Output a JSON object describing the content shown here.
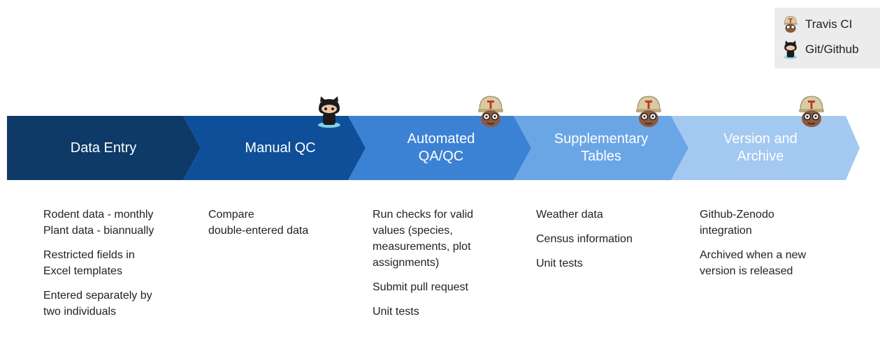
{
  "legend": {
    "items": [
      {
        "label": "Travis CI",
        "icon": "travis-ci-icon"
      },
      {
        "label": "Git/Github",
        "icon": "octocat-icon"
      }
    ]
  },
  "stages": [
    {
      "title": "Data Entry",
      "color": "#0d3a66",
      "bullets": [
        "Rodent data - monthly\nPlant data - biannually",
        "Restricted fields in\nExcel templates",
        "Entered separately by\ntwo individuals"
      ]
    },
    {
      "title": "Manual QC",
      "color": "#0f4f99",
      "bullets": [
        "Compare\ndouble-entered data"
      ]
    },
    {
      "title": "Automated\nQA/QC",
      "color": "#3c82d4",
      "bullets": [
        "Run checks for valid\nvalues (species,\nmeasurements, plot\nassignments)",
        "Submit pull request",
        "Unit tests"
      ]
    },
    {
      "title": "Supplementary\nTables",
      "color": "#6aa6e6",
      "bullets": [
        "Weather data",
        "Census information",
        "Unit tests"
      ]
    },
    {
      "title": "Version and\nArchive",
      "color": "#a3c9f1",
      "bullets": [
        "Github-Zenodo\nintegration",
        "Archived when a new\nversion is released"
      ]
    }
  ]
}
